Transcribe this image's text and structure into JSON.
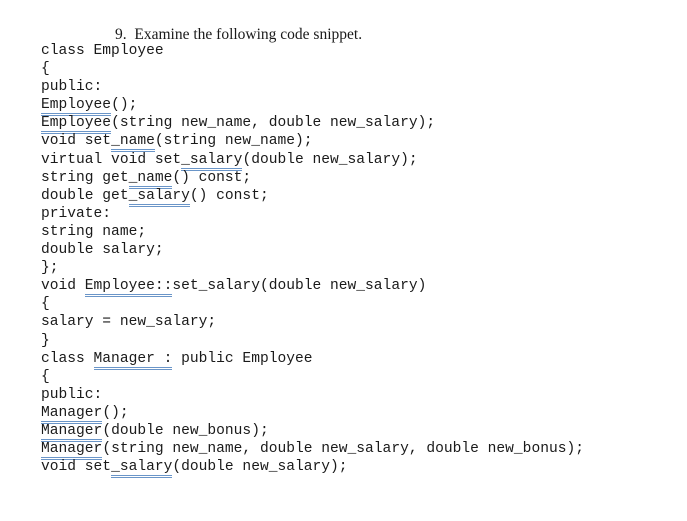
{
  "question": "9.  Examine the following code snippet.",
  "lines": [
    [
      {
        "t": "class Employee"
      }
    ],
    [
      {
        "t": "{"
      }
    ],
    [
      {
        "t": "public:"
      }
    ],
    [
      {
        "t": "Employee",
        "u": true
      },
      {
        "t": "();"
      }
    ],
    [
      {
        "t": "Employee",
        "u": true
      },
      {
        "t": "(string new_name, double new_salary);"
      }
    ],
    [
      {
        "t": "void set"
      },
      {
        "t": "_name",
        "u": true
      },
      {
        "t": "(string new_name);"
      }
    ],
    [
      {
        "t": "virtual void set"
      },
      {
        "t": "_salary",
        "u": true
      },
      {
        "t": "(double new_salary);"
      }
    ],
    [
      {
        "t": "string get"
      },
      {
        "t": "_name",
        "u": true
      },
      {
        "t": "() const;"
      }
    ],
    [
      {
        "t": "double get"
      },
      {
        "t": "_salary",
        "u": true
      },
      {
        "t": "() const;"
      }
    ],
    [
      {
        "t": "private:"
      }
    ],
    [
      {
        "t": "string name;"
      }
    ],
    [
      {
        "t": "double salary;"
      }
    ],
    [
      {
        "t": "};"
      }
    ],
    [
      {
        "t": "void "
      },
      {
        "t": "Employee::",
        "u": true
      },
      {
        "t": "set_salary(double new_salary)"
      }
    ],
    [
      {
        "t": "{"
      }
    ],
    [
      {
        "t": "salary = new_salary;"
      }
    ],
    [
      {
        "t": "}"
      }
    ],
    [
      {
        "t": "class "
      },
      {
        "t": "Manager :",
        "u": true
      },
      {
        "t": " public Employee"
      }
    ],
    [
      {
        "t": "{"
      }
    ],
    [
      {
        "t": "public:"
      }
    ],
    [
      {
        "t": "Manager",
        "u": true
      },
      {
        "t": "();"
      }
    ],
    [
      {
        "t": "Manager",
        "u": true
      },
      {
        "t": "(double new_bonus);"
      }
    ],
    [
      {
        "t": "Manager",
        "u": true
      },
      {
        "t": "(string new_name, double new_salary, double new_bonus);"
      }
    ],
    [
      {
        "t": "void set"
      },
      {
        "t": "_salary",
        "u": true
      },
      {
        "t": "(double new_salary);"
      }
    ]
  ]
}
